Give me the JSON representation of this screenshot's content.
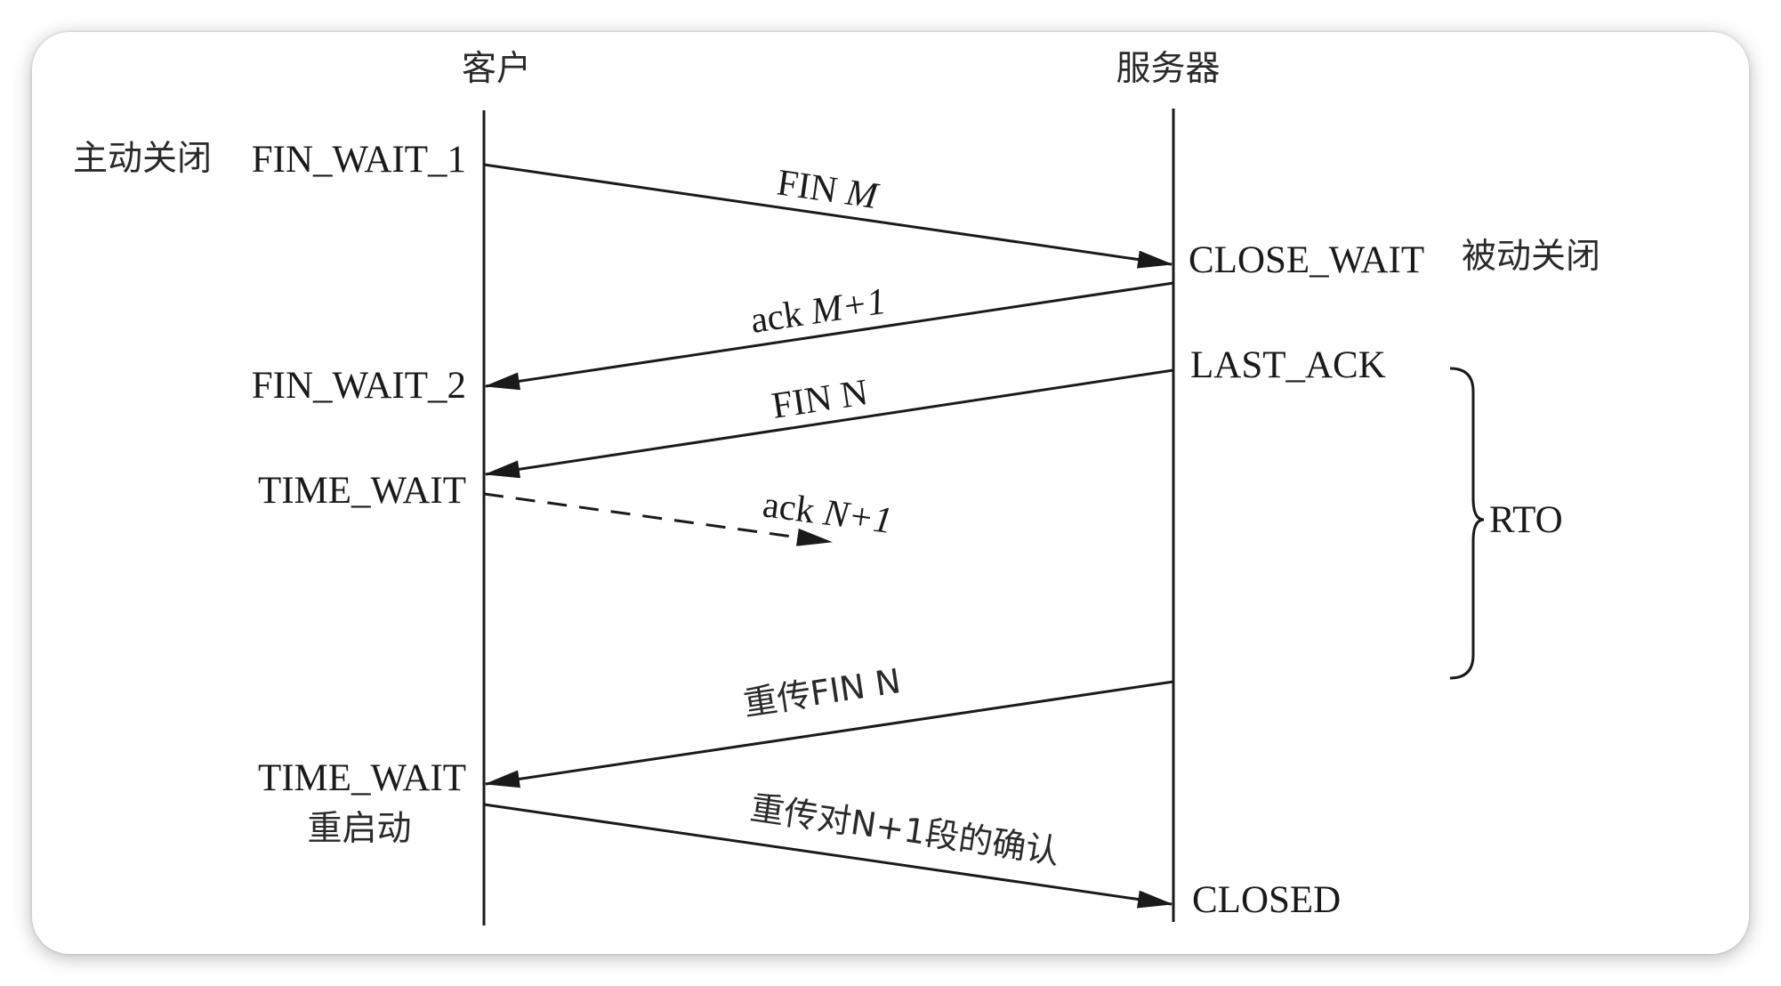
{
  "columns": {
    "client": "客户",
    "server": "服务器"
  },
  "client_side": {
    "active_close": "主动关闭",
    "fin_wait_1": "FIN_WAIT_1",
    "fin_wait_2": "FIN_WAIT_2",
    "time_wait_1": "TIME_WAIT",
    "time_wait_2": "TIME_WAIT",
    "restart": "重启动"
  },
  "server_side": {
    "close_wait": "CLOSE_WAIT",
    "passive_close": "被动关闭",
    "last_ack": "LAST_ACK",
    "closed": "CLOSED"
  },
  "messages": {
    "fin_m": {
      "base": "FIN ",
      "var": "M"
    },
    "ack_m1": {
      "base": "ack ",
      "var": "M+1"
    },
    "fin_n": "FIN N",
    "ack_n1": {
      "base": "ack ",
      "var": "N+1"
    },
    "retrans_fin": "重传FIN N",
    "retrans_ack": "重传对N+1段的确认"
  },
  "timer": {
    "label": "RTO"
  }
}
